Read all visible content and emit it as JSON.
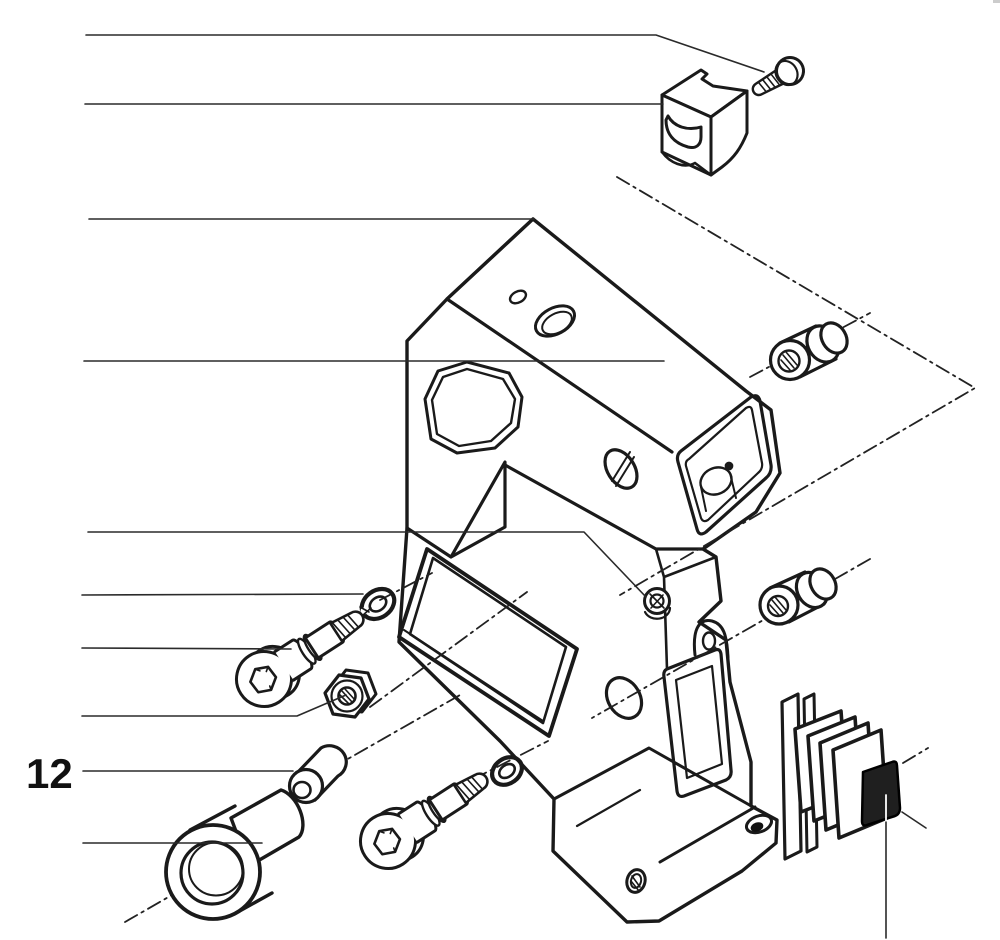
{
  "figure": {
    "kind": "exploded-parts-diagram",
    "callout_label": "12",
    "colors": {
      "ink": "#1a1a1a",
      "background": "#ffffff",
      "boot_cap_fill": "#1f1f1f"
    },
    "leader_line_count": 12,
    "parts": [
      {
        "name": "pan-head-screw"
      },
      {
        "name": "sheet-metal-clip"
      },
      {
        "name": "gear-housing"
      },
      {
        "name": "threaded-bushing-upper"
      },
      {
        "name": "threaded-bushing-lower"
      },
      {
        "name": "lock-washer-upper"
      },
      {
        "name": "socket-head-screw-upper"
      },
      {
        "name": "hex-nut"
      },
      {
        "name": "spacer-sleeve"
      },
      {
        "name": "bearing-bushing"
      },
      {
        "name": "lock-washer-lower"
      },
      {
        "name": "socket-head-screw-lower"
      },
      {
        "name": "gasket-seal"
      },
      {
        "name": "interior-screw"
      },
      {
        "name": "bellows-boot"
      },
      {
        "name": "boot-cap"
      }
    ]
  }
}
